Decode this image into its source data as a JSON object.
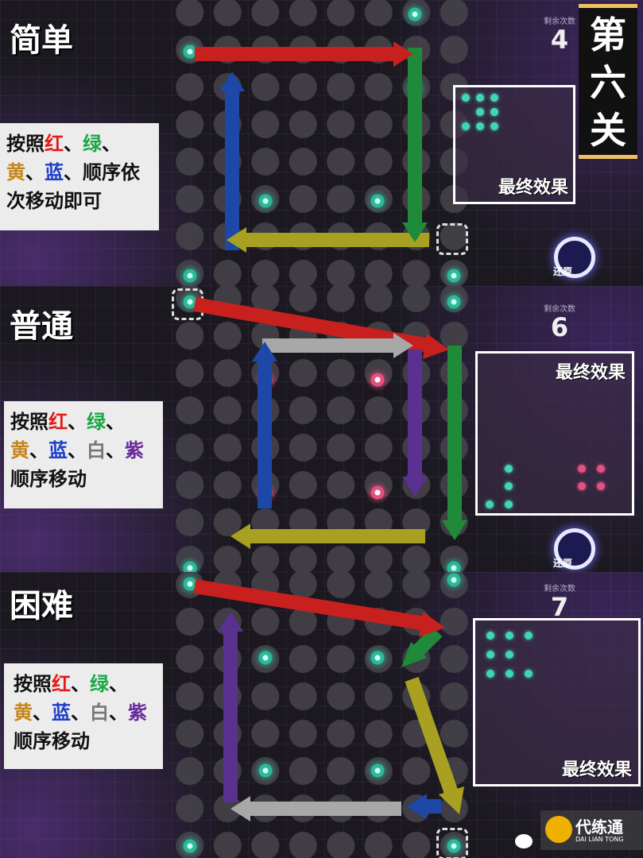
{
  "level_banner": "第六关",
  "panels": [
    {
      "title": "简单",
      "counter_label": "剩余次数",
      "counter_value": "4",
      "result_label": "最终效果",
      "restore_label": "还原",
      "note": [
        [
          "按照",
          ""
        ],
        [
          "红",
          "r"
        ],
        [
          "、",
          ""
        ],
        [
          "绿",
          "g"
        ],
        [
          "、",
          ""
        ],
        [
          "黄",
          "y"
        ],
        [
          "、",
          ""
        ],
        [
          "蓝",
          "b"
        ],
        [
          "、顺序依次移动即可",
          ""
        ]
      ]
    },
    {
      "title": "普通",
      "counter_label": "剩余次数",
      "counter_value": "6",
      "result_label": "最终效果",
      "restore_label": "还原",
      "note": [
        [
          "按照",
          ""
        ],
        [
          "红",
          "r"
        ],
        [
          "、",
          ""
        ],
        [
          "绿",
          "g"
        ],
        [
          "、",
          ""
        ],
        [
          "黄",
          "y"
        ],
        [
          "、",
          ""
        ],
        [
          "蓝",
          "b"
        ],
        [
          "、",
          ""
        ],
        [
          "白",
          "w"
        ],
        [
          "、",
          ""
        ],
        [
          "紫",
          "p"
        ],
        [
          "顺序移动",
          ""
        ]
      ]
    },
    {
      "title": "困难",
      "counter_label": "剩余次数",
      "counter_value": "7",
      "result_label": "最终效果",
      "note": [
        [
          "按照",
          ""
        ],
        [
          "红",
          "r"
        ],
        [
          "、",
          ""
        ],
        [
          "绿",
          "g"
        ],
        [
          "、",
          ""
        ],
        [
          "黄",
          "y"
        ],
        [
          "、",
          ""
        ],
        [
          "蓝",
          "b"
        ],
        [
          "、",
          ""
        ],
        [
          "白",
          "w"
        ],
        [
          "、",
          ""
        ],
        [
          "紫",
          "p"
        ],
        [
          "顺序移动",
          ""
        ]
      ]
    }
  ],
  "arrow_colors": {
    "red": "#c8201e",
    "green": "#1f8a3a",
    "yellow": "#a8a020",
    "blue": "#1d48a8",
    "white": "#a8a8a8",
    "purple": "#5a3090"
  },
  "watermark": {
    "brand": "代练通",
    "sub": "DAI LIAN TONG"
  }
}
